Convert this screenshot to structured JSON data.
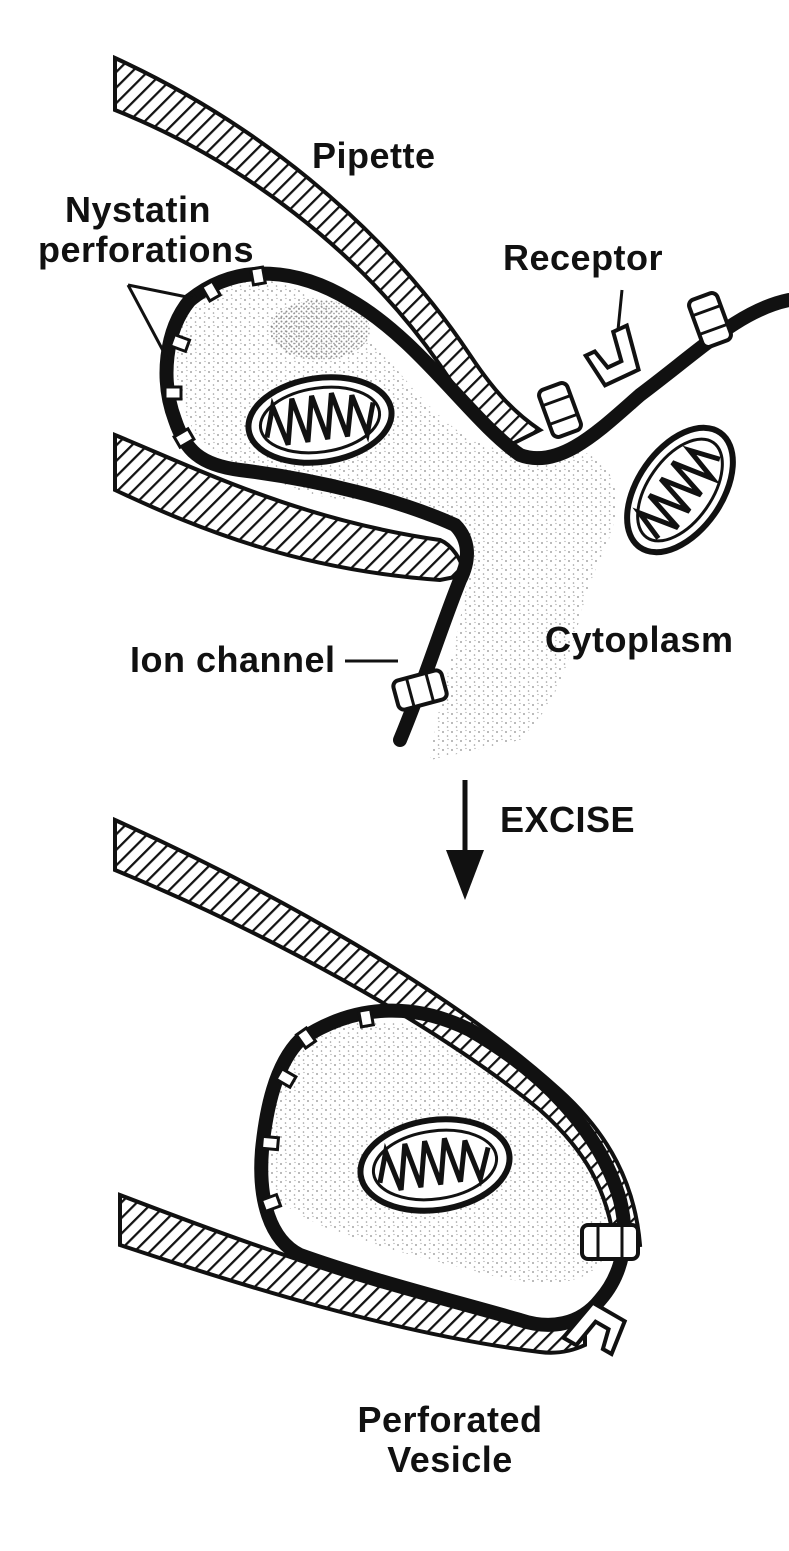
{
  "labels": {
    "pipette": "Pipette",
    "nystatin_line1": "Nystatin",
    "nystatin_line2": "perforations",
    "receptor": "Receptor",
    "ion_channel": "Ion channel",
    "cytoplasm": "Cytoplasm",
    "excise": "EXCISE",
    "perforated_line1": "Perforated",
    "perforated_line2": "Vesicle"
  },
  "colors": {
    "ink": "#111111",
    "paper": "#ffffff",
    "stipple": "#9a9a9a"
  }
}
